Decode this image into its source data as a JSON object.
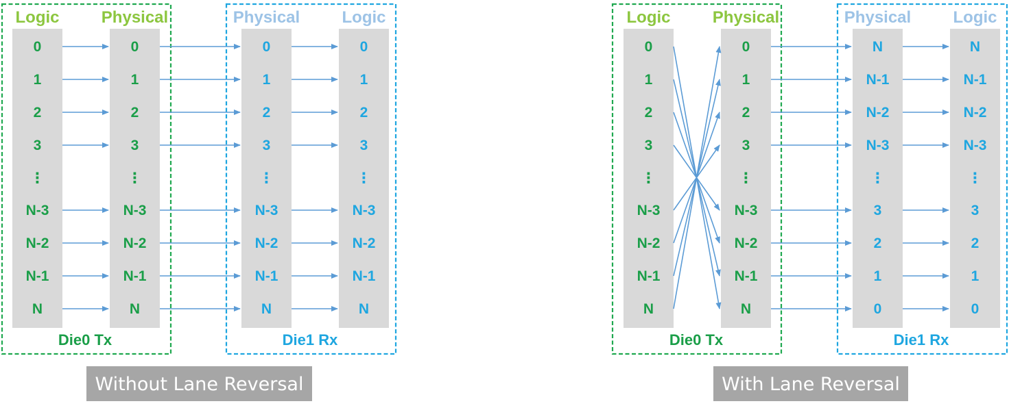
{
  "colors": {
    "tx_green": "#1a9e48",
    "tx_header_green": "#8cc63f",
    "rx_blue": "#1ea6e0",
    "rx_header_blue": "#9dc3e6",
    "arrow_blue": "#5b9bd5",
    "column_gray": "#d9d9d9",
    "caption_gray": "#a6a6a6"
  },
  "diagrams": [
    {
      "caption": "Without Lane Reversal",
      "tx_box_label": "Die0 Tx",
      "rx_box_label": "Die1 Rx",
      "columns": [
        {
          "header": "Logic",
          "labels": [
            "0",
            "1",
            "2",
            "3",
            "⋮",
            "N-3",
            "N-2",
            "N-1",
            "N"
          ]
        },
        {
          "header": "Physical",
          "labels": [
            "0",
            "1",
            "2",
            "3",
            "⋮",
            "N-3",
            "N-2",
            "N-1",
            "N"
          ]
        },
        {
          "header": "Physical",
          "labels": [
            "0",
            "1",
            "2",
            "3",
            "⋮",
            "N-3",
            "N-2",
            "N-1",
            "N"
          ]
        },
        {
          "header": "Logic",
          "labels": [
            "0",
            "1",
            "2",
            "3",
            "⋮",
            "N-3",
            "N-2",
            "N-1",
            "N"
          ]
        }
      ],
      "logic_to_physical_map": [
        0,
        1,
        2,
        3,
        null,
        5,
        6,
        7,
        8
      ]
    },
    {
      "caption": "With Lane Reversal",
      "tx_box_label": "Die0 Tx",
      "rx_box_label": "Die1 Rx",
      "columns": [
        {
          "header": "Logic",
          "labels": [
            "0",
            "1",
            "2",
            "3",
            "⋮",
            "N-3",
            "N-2",
            "N-1",
            "N"
          ]
        },
        {
          "header": "Physical",
          "labels": [
            "0",
            "1",
            "2",
            "3",
            "⋮",
            "N-3",
            "N-2",
            "N-1",
            "N"
          ]
        },
        {
          "header": "Physical",
          "labels": [
            "N",
            "N-1",
            "N-2",
            "N-3",
            "⋮",
            "3",
            "2",
            "1",
            "0"
          ]
        },
        {
          "header": "Logic",
          "labels": [
            "N",
            "N-1",
            "N-2",
            "N-3",
            "⋮",
            "3",
            "2",
            "1",
            "0"
          ]
        }
      ],
      "logic_to_physical_map": [
        8,
        7,
        6,
        5,
        null,
        3,
        2,
        1,
        0
      ]
    }
  ]
}
